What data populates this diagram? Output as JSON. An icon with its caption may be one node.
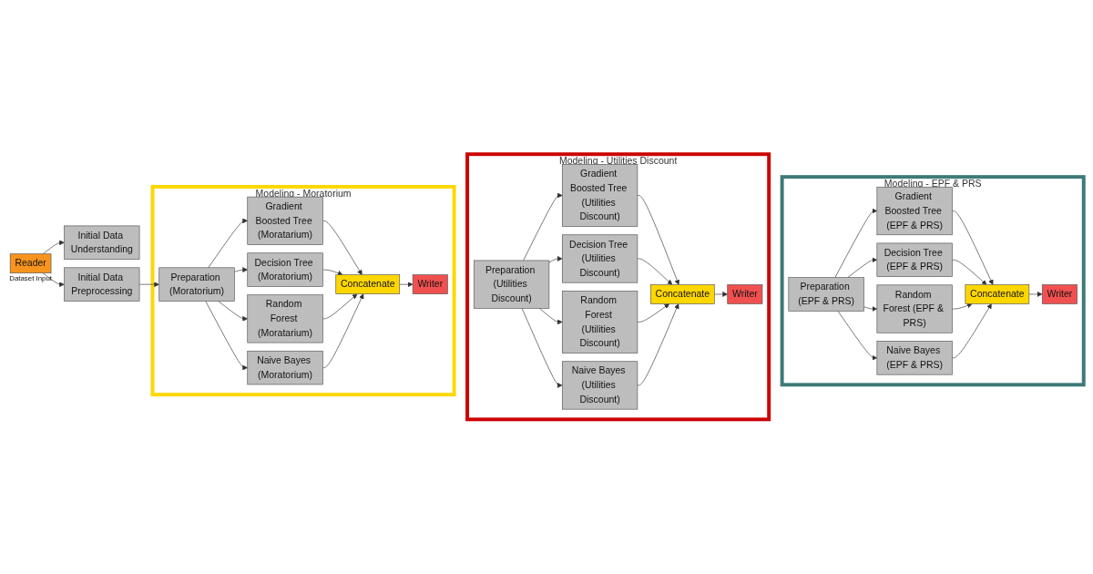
{
  "diagram": {
    "nodes": [
      {
        "text": [
          "Reader"
        ],
        "beside": [
          "Dataset Input"
        ]
      },
      {
        "text": [
          "Initial Data Understanding"
        ]
      },
      {
        "text": [
          "Initial Data Preprocessing"
        ]
      },
      {
        "text": [
          "Modeling - Moratorium"
        ]
      },
      {
        "text": [
          "Preparation (Moratorium)"
        ],
        "in": 3
      },
      {
        "text": [
          "Gradient Boosted Tree (Moratarium)"
        ],
        "in": 3
      },
      {
        "text": [
          "Decision Tree (Moratorium)"
        ],
        "in": 3
      },
      {
        "text": [
          "Random Forest (Moratarium)"
        ],
        "in": 3
      },
      {
        "text": [
          "Naive Bayes (Moratorium)"
        ],
        "in": 3
      },
      {
        "text": [
          "Concatenate"
        ],
        "in": 3
      },
      {
        "text": [
          "Writer"
        ],
        "in": 3
      },
      {
        "text": [
          "Modeling - Utilities Discount"
        ]
      },
      {
        "text": [
          "Preparation (Utilities Discount)"
        ],
        "in": 11
      },
      {
        "text": [
          "Gradient Boosted Tree (Utilities Discount)"
        ],
        "in": 11
      },
      {
        "text": [
          "Decision Tree (Utilities Discount)"
        ],
        "in": 11
      },
      {
        "text": [
          "Random Forest (Utilities Discount)"
        ],
        "in": 11
      },
      {
        "text": [
          "Naive Bayes (Utilities Discount)"
        ],
        "in": 11
      },
      {
        "text": [
          "Concatenate"
        ],
        "in": 11
      },
      {
        "text": [
          "Writer"
        ],
        "in": 11
      },
      {
        "text": [
          "Modeling - EPF & PRS"
        ]
      },
      {
        "text": [
          "Preparation (EPF & PRS)"
        ],
        "in": 19
      },
      {
        "text": [
          "Gradient Boosted Tree (EPF & PRS)"
        ],
        "in": 19
      },
      {
        "text": [
          "Decision Tree (EPF & PRS)"
        ],
        "in": 19
      },
      {
        "text": [
          "Random Forest (EPF & PRS)"
        ],
        "in": 19
      },
      {
        "text": [
          "Naive Bayes (EPF & PRS)"
        ],
        "in": 19
      },
      {
        "text": [
          "Concatenate"
        ],
        "in": 19
      },
      {
        "text": [
          "Writer"
        ],
        "in": 19
      }
    ],
    "edges": [
      {
        "from": 0,
        "to": 1,
        "arrow": "to"
      },
      {
        "from": 0,
        "to": 2,
        "arrow": "to"
      },
      {
        "from": 2,
        "to": 4,
        "arrow": "to"
      },
      {
        "from": 4,
        "to": 5,
        "arrow": "to"
      },
      {
        "from": 4,
        "to": 6,
        "arrow": "to"
      },
      {
        "from": 4,
        "to": 7,
        "arrow": "to"
      },
      {
        "from": 4,
        "to": 8,
        "arrow": "to"
      },
      {
        "from": 5,
        "to": 9,
        "arrow": "to"
      },
      {
        "from": 6,
        "to": 9,
        "arrow": "to"
      },
      {
        "from": 7,
        "to": 9,
        "arrow": "to"
      },
      {
        "from": 8,
        "to": 9,
        "arrow": "to"
      },
      {
        "from": 9,
        "to": 10,
        "arrow": "to"
      },
      {
        "from": 12,
        "to": 13,
        "arrow": "to"
      },
      {
        "from": 12,
        "to": 14,
        "arrow": "to"
      },
      {
        "from": 12,
        "to": 15,
        "arrow": "to"
      },
      {
        "from": 12,
        "to": 16,
        "arrow": "to"
      },
      {
        "from": 13,
        "to": 17,
        "arrow": "to"
      },
      {
        "from": 14,
        "to": 17,
        "arrow": "to"
      },
      {
        "from": 15,
        "to": 17,
        "arrow": "to"
      },
      {
        "from": 16,
        "to": 17,
        "arrow": "to"
      },
      {
        "from": 17,
        "to": 18,
        "arrow": "to"
      },
      {
        "from": 20,
        "to": 21,
        "arrow": "to"
      },
      {
        "from": 20,
        "to": 22,
        "arrow": "to"
      },
      {
        "from": 20,
        "to": 23,
        "arrow": "to"
      },
      {
        "from": 20,
        "to": 24,
        "arrow": "to"
      },
      {
        "from": 21,
        "to": 25,
        "arrow": "to"
      },
      {
        "from": 22,
        "to": 25,
        "arrow": "to"
      },
      {
        "from": 23,
        "to": 25,
        "arrow": "to"
      },
      {
        "from": 24,
        "to": 25,
        "arrow": "to"
      },
      {
        "from": 25,
        "to": 26,
        "arrow": "to"
      }
    ]
  }
}
